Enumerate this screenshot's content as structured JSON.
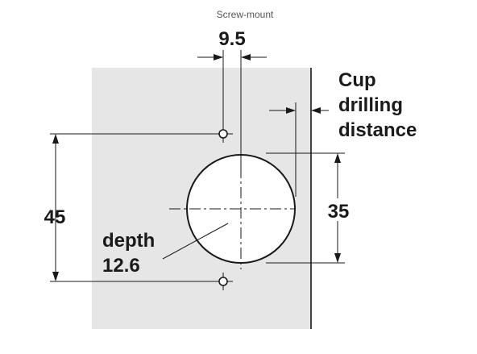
{
  "caption": "Screw-mount",
  "dimensions": {
    "screw_offset": "9.5",
    "hole_spacing": "45",
    "cup_diameter": "35"
  },
  "labels": {
    "cup_distance_line1": "Cup",
    "cup_distance_line2": "drilling",
    "cup_distance_line3": "distance",
    "depth_line1": "depth",
    "depth_line2": "12.6"
  },
  "colors": {
    "panel": "#e6e6e6",
    "line": "#1a1a1a",
    "caption": "#555555"
  }
}
